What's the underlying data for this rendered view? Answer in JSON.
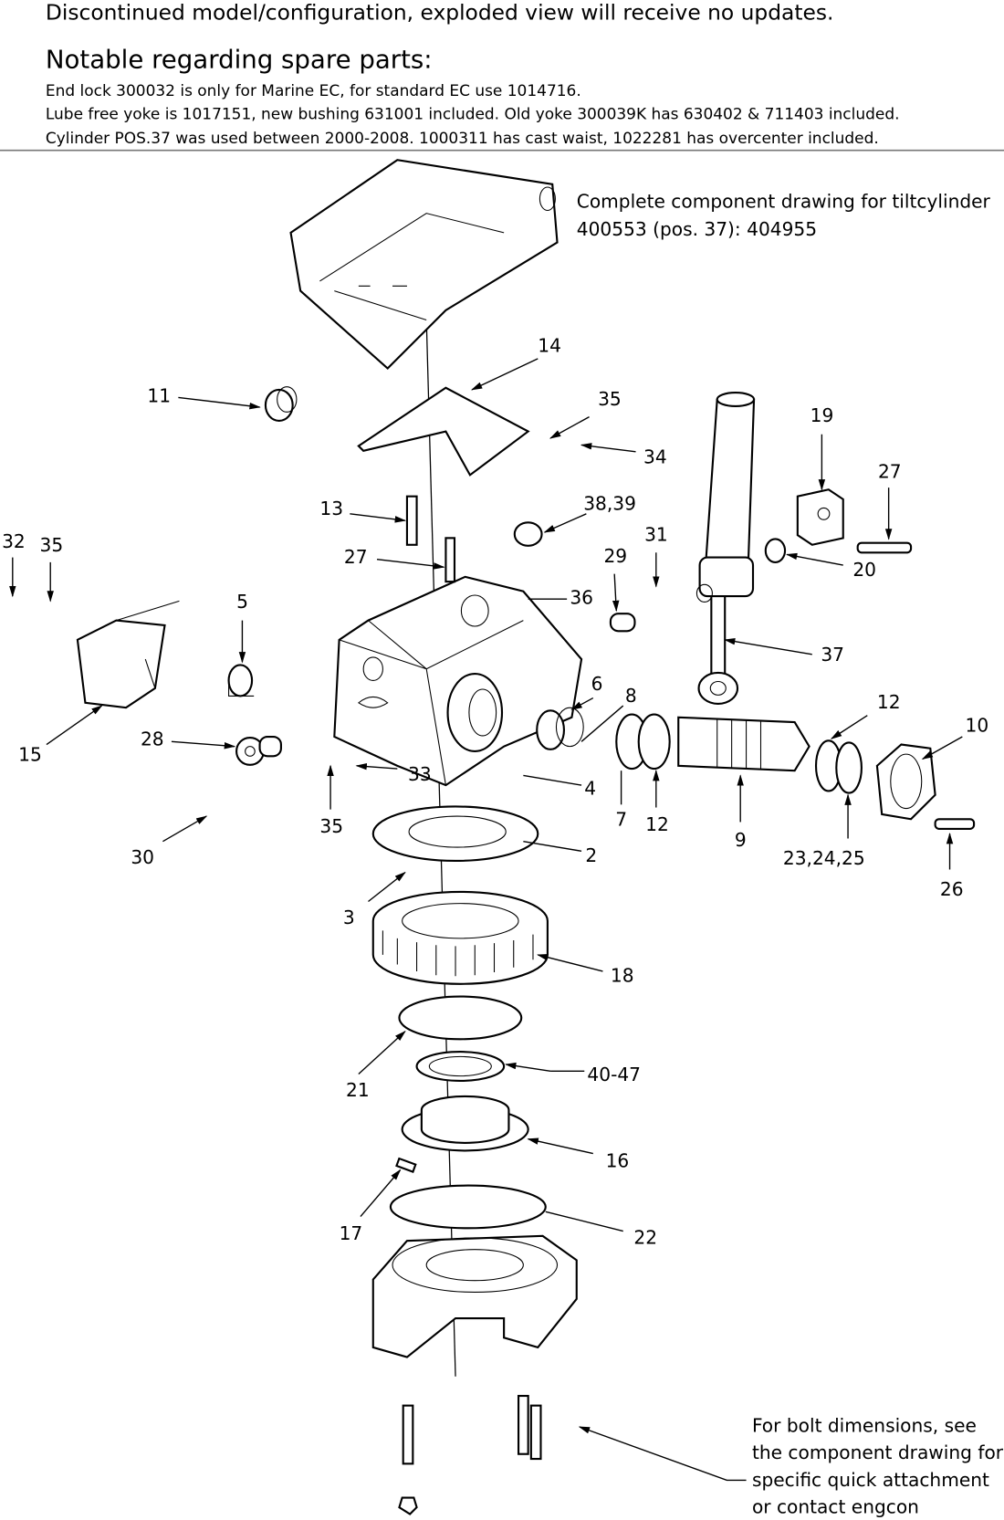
{
  "header": {
    "notice": "Discontinued model/configuration, exploded view will receive no updates.",
    "subtitle": "Notable regarding spare parts:",
    "notes": [
      "End lock 300032 is only for Marine EC, for standard EC use 1014716.",
      "Lube free yoke is 1017151, new bushing 631001 included. Old yoke 300039K has 630402 & 711403 included.",
      "Cylinder POS.37 was used between 2000-2008. 1000311 has cast waist, 1022281 has overcenter included."
    ]
  },
  "component_note": [
    "Complete component drawing for tiltcylinder",
    "400553 (pos. 37): 404955"
  ],
  "bolt_note": [
    "For bolt dimensions, see",
    "the component drawing for",
    "specific quick attachment",
    "or contact engcon"
  ],
  "labels": [
    "11",
    "14",
    "35",
    "34",
    "19",
    "27",
    "13",
    "38,39",
    "31",
    "27",
    "29",
    "32",
    "35",
    "5",
    "36",
    "20",
    "37",
    "6",
    "8",
    "12",
    "10",
    "15",
    "28",
    "33",
    "4",
    "7",
    "12",
    "9",
    "35",
    "2",
    "23,24,25",
    "26",
    "30",
    "3",
    "18",
    "21",
    "40-47",
    "16",
    "17",
    "22"
  ]
}
